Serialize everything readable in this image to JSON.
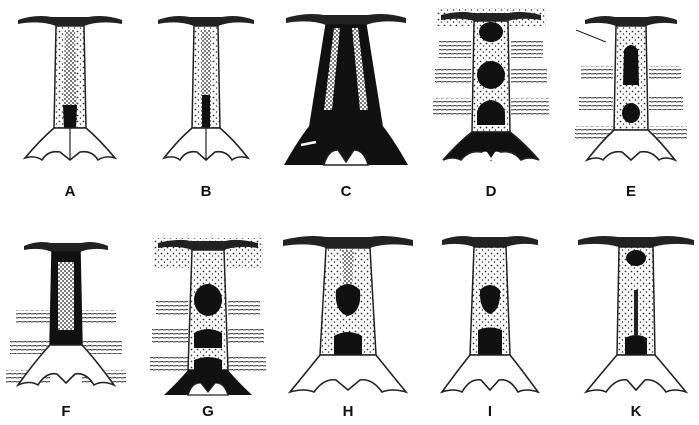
{
  "figure": {
    "panels": [
      {
        "id": "panel-a",
        "label": "A",
        "pattern": "narrow-stipple-dark-center-basal-tip"
      },
      {
        "id": "panel-b",
        "label": "B",
        "pattern": "narrow-stipple-dark-median-band"
      },
      {
        "id": "panel-c",
        "label": "C",
        "pattern": "wide-dark-trapezoid"
      },
      {
        "id": "panel-d",
        "label": "D",
        "pattern": "three-dark-spots-with-hair-tufts"
      },
      {
        "id": "panel-e",
        "label": "E",
        "pattern": "two-dark-spots-with-hair-tufts"
      },
      {
        "id": "panel-f",
        "label": "F",
        "pattern": "dark-stipple-with-hair-tufts"
      },
      {
        "id": "panel-g",
        "label": "G",
        "pattern": "heavy-hair-tufts-three-spots"
      },
      {
        "id": "panel-h",
        "label": "H",
        "pattern": "wide-stipple-two-spots"
      },
      {
        "id": "panel-i",
        "label": "I",
        "pattern": "narrow-stipple-two-spots"
      },
      {
        "id": "panel-k",
        "label": "K",
        "pattern": "light-stipple-basal-spot"
      }
    ],
    "colors": {
      "ink": "#111111",
      "paper": "#ffffff",
      "stipple": "#555555"
    }
  }
}
